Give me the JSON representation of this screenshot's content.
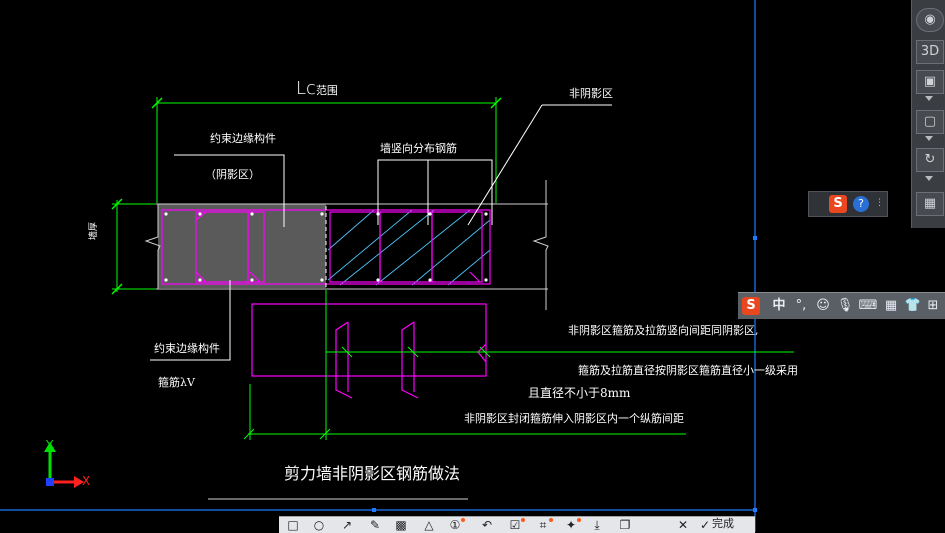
{
  "drawing": {
    "lc_label": "Lc",
    "lc_range_label": "范围",
    "non_shadow_zone": "非阴影区",
    "constraint_member_top": "约束边缘构件",
    "shadow_zone": "（阴影区）",
    "wall_vertical_bars": "墙竖向分布钢筋",
    "wall_thickness_label": "墙厚",
    "constraint_member_bottom": "约束边缘构件",
    "stirrup_label": "箍筋λV",
    "note_1": "非阴影区箍筋及拉筋竖向间距同阴影区,",
    "note_2": "箍筋及拉筋直径按阴影区箍筋直径小一级采用",
    "note_3": "且直径不小于8mm",
    "note_4": "非阴影区封闭箍筋伸入阴影区内一个纵筋间距",
    "title": "剪力墙非阴影区钢筋做法"
  },
  "ucs": {
    "y_label": "Y",
    "x_label": "X"
  },
  "viewcube": {
    "btn_3d": "3D",
    "orbit_icon": "orbit-icon",
    "home_icon": "cube-icon",
    "rotate_icon": "rotate-icon",
    "grid_icon": "grid-icon"
  },
  "ime": {
    "logo": "S",
    "lang": "中",
    "punct": "°,",
    "help": "?"
  },
  "toolbar": {
    "done_label": "完成"
  },
  "colors": {
    "wall_fill": "#5a5a5a",
    "rebar": "#ff00ff",
    "dimension": "#00ff00",
    "hatch": "#4fc3f7",
    "frame": "#0a7fff"
  }
}
